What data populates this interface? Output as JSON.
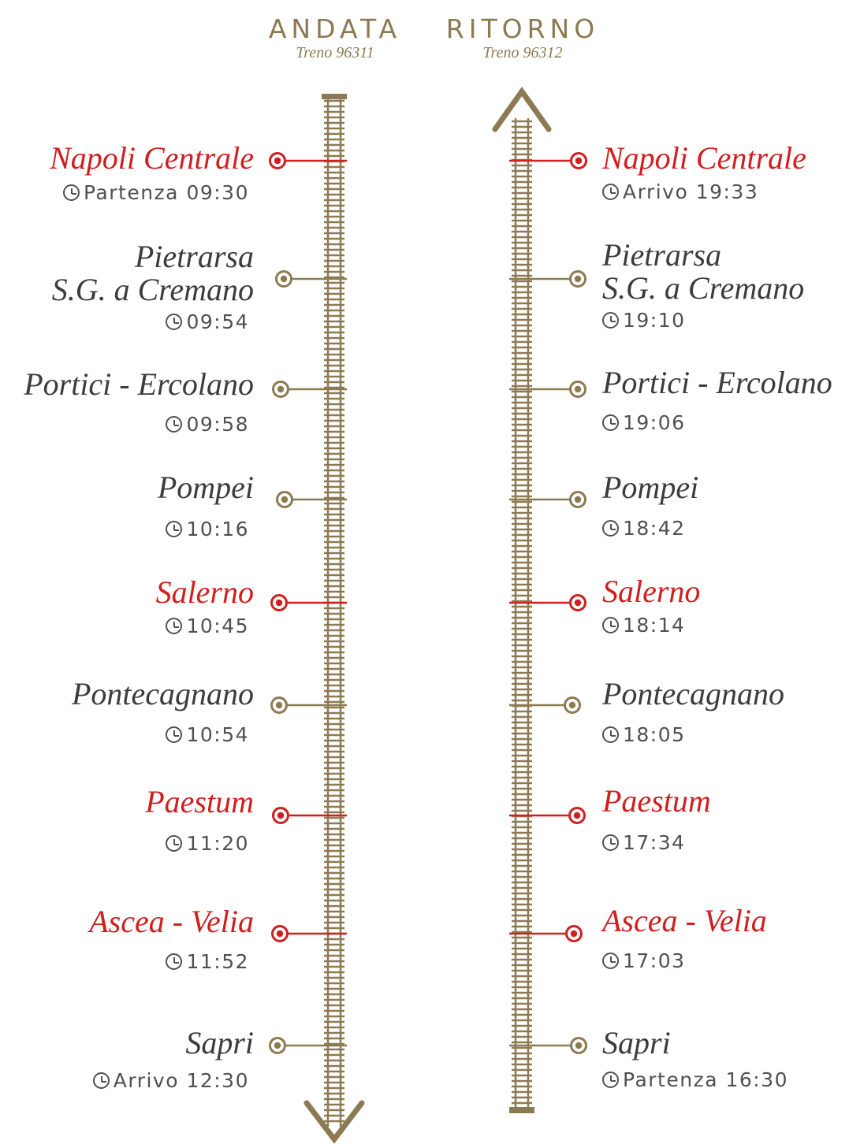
{
  "header": {
    "outbound_title": "ANDATA",
    "outbound_train": "Treno 96311",
    "return_title": "RITORNO",
    "return_train": "Treno 96312"
  },
  "colors": {
    "gold": "#8c7a52",
    "highlight_red": "#d11e1e",
    "text": "#3c3c3c"
  },
  "icons": {
    "clock": "clock-icon",
    "station": "station-marker-icon",
    "arrow": "arrow-icon"
  },
  "outbound": [
    {
      "name_lines": [
        "Napoli Centrale"
      ],
      "time": "Partenza 09:30",
      "major": true
    },
    {
      "name_lines": [
        "Pietrarsa",
        "S.G. a Cremano"
      ],
      "time": "09:54",
      "major": false
    },
    {
      "name_lines": [
        "Portici - Ercolano"
      ],
      "time": "09:58",
      "major": false
    },
    {
      "name_lines": [
        "Pompei"
      ],
      "time": "10:16",
      "major": false
    },
    {
      "name_lines": [
        "Salerno"
      ],
      "time": "10:45",
      "major": true
    },
    {
      "name_lines": [
        "Pontecagnano"
      ],
      "time": "10:54",
      "major": false
    },
    {
      "name_lines": [
        "Paestum"
      ],
      "time": "11:20",
      "major": true
    },
    {
      "name_lines": [
        "Ascea - Velia"
      ],
      "time": "11:52",
      "major": true
    },
    {
      "name_lines": [
        "Sapri"
      ],
      "time": "Arrivo 12:30",
      "major": false
    }
  ],
  "return": [
    {
      "name_lines": [
        "Napoli Centrale"
      ],
      "time": "Arrivo 19:33",
      "major": true
    },
    {
      "name_lines": [
        "Pietrarsa",
        "S.G. a Cremano"
      ],
      "time": "19:10",
      "major": false
    },
    {
      "name_lines": [
        "Portici - Ercolano"
      ],
      "time": "19:06",
      "major": false
    },
    {
      "name_lines": [
        "Pompei"
      ],
      "time": "18:42",
      "major": false
    },
    {
      "name_lines": [
        "Salerno"
      ],
      "time": "18:14",
      "major": true
    },
    {
      "name_lines": [
        "Pontecagnano"
      ],
      "time": "18:05",
      "major": false
    },
    {
      "name_lines": [
        "Paestum"
      ],
      "time": "17:34",
      "major": true
    },
    {
      "name_lines": [
        "Ascea - Velia"
      ],
      "time": "17:03",
      "major": true
    },
    {
      "name_lines": [
        "Sapri"
      ],
      "time": "Partenza 16:30",
      "major": false
    }
  ]
}
